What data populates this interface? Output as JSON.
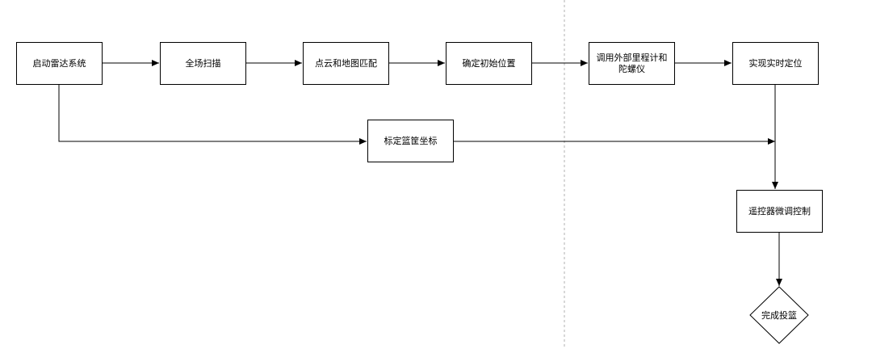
{
  "diagram": {
    "nodes": {
      "start_radar": "启动雷达系统",
      "full_scan": "全场扫描",
      "point_cloud_match": "点云和地图匹配",
      "initial_position": "确定初始位置",
      "odometer_gyro": "调用外部里程计和陀螺仪",
      "realtime_position": "实现实时定位",
      "basket_coords": "标定篮筐坐标",
      "remote_control": "遥控器微调控制",
      "shoot": "完成投篮"
    },
    "colors": {
      "stroke": "#000000",
      "divider": "#b0b0b0",
      "background": "#ffffff"
    }
  }
}
